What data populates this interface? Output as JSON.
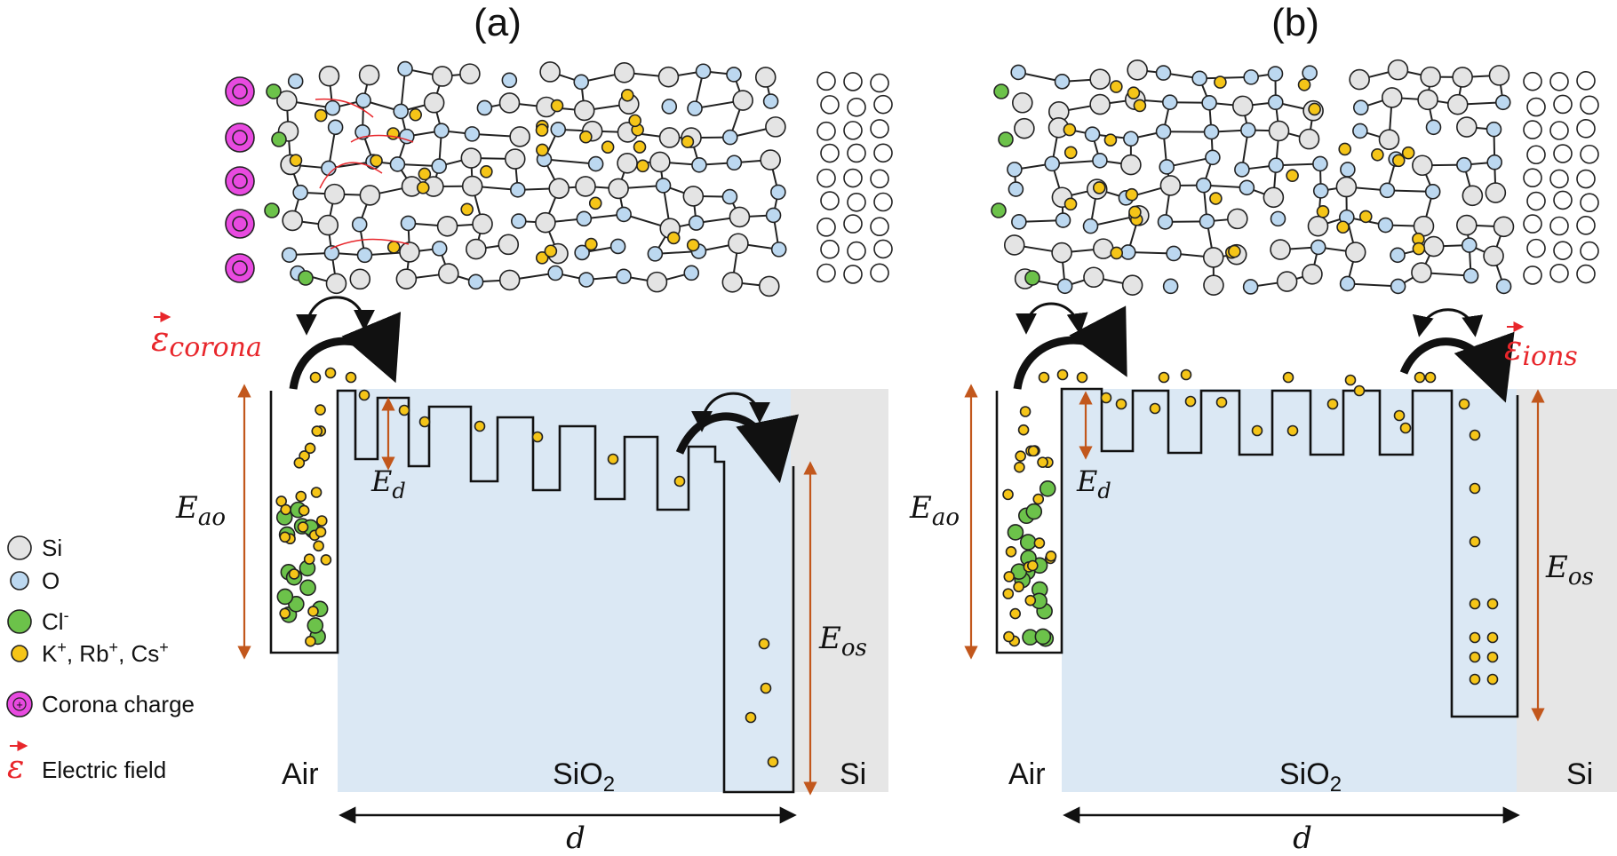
{
  "panels": [
    {
      "label": "(a)",
      "field_symbol": "ε",
      "field_subscript": "corona",
      "region_air": "Air",
      "region_oxide": "SiO",
      "region_oxide_sub": "2",
      "region_si": "Si",
      "energy_ao": "E",
      "energy_ao_sub": "ao",
      "energy_d": "E",
      "energy_d_sub": "d",
      "energy_os": "E",
      "energy_os_sub": "os",
      "thickness": "d"
    },
    {
      "label": "(b)",
      "field_symbol": "ε",
      "field_subscript": "ions",
      "region_air": "Air",
      "region_oxide": "SiO",
      "region_oxide_sub": "2",
      "region_si": "Si",
      "energy_ao": "E",
      "energy_ao_sub": "ao",
      "energy_d": "E",
      "energy_d_sub": "d",
      "energy_os": "E",
      "energy_os_sub": "os",
      "thickness": "d"
    }
  ],
  "legend": [
    {
      "text": "Si",
      "sup": "",
      "icon": "si-atom-icon",
      "color": "#e4e4e4"
    },
    {
      "text": "O",
      "sup": "",
      "icon": "oxygen-atom-icon",
      "color": "#bcd8f0"
    },
    {
      "text": "Cl",
      "sup": "-",
      "icon": "chloride-ion-icon",
      "color": "#6cc24a"
    },
    {
      "text": "K",
      "sup": "+",
      "text2": ", Rb",
      "sup2": "+",
      "text3": ", Cs",
      "sup3": "+",
      "icon": "cation-icon",
      "color": "#f5c518"
    },
    {
      "text": "Corona charge",
      "sup": "",
      "icon": "corona-charge-icon",
      "color": "#e84ae0",
      "symbol": "+"
    },
    {
      "text": "Electric field",
      "sup": "",
      "icon": "electric-field-icon",
      "color": "#e8262b",
      "symbol": "ε"
    }
  ],
  "colors": {
    "oxide": "#dbe8f4",
    "silicon": "#e6e6e6",
    "si_atom": "#e4e4e4",
    "o_atom": "#bcd8f0",
    "chloride": "#6cc24a",
    "cation": "#f5c518",
    "corona": "#e84ae0",
    "field_red": "#e8262b",
    "energy_arrow": "#c2571c"
  }
}
